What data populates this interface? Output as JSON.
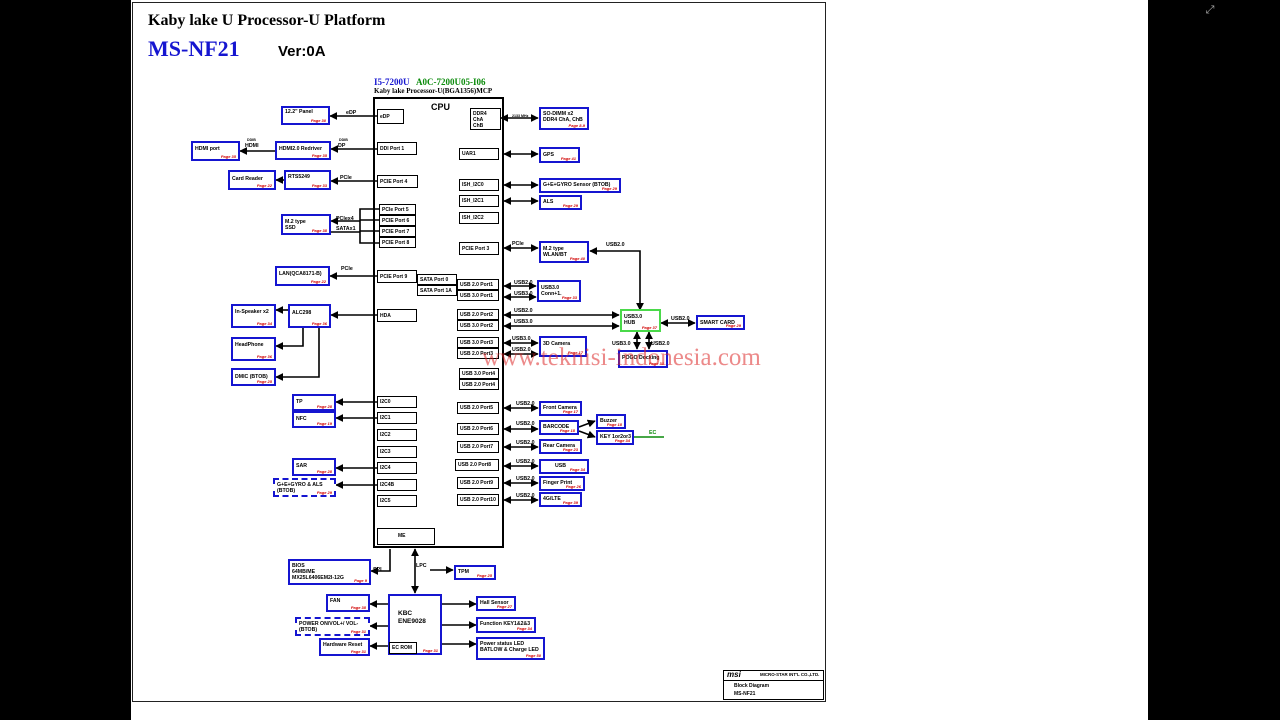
{
  "header": {
    "title": "Kaby lake U Processor-U Platform",
    "model": "MS-NF21",
    "version": "Ver:0A"
  },
  "cpu": {
    "part": "I5-7200U",
    "code": "A0C-7200U05-I06",
    "desc": "Kaby lake Processor-U(BGA1356)MCP",
    "label": "CPU",
    "left_ports": [
      "eDP",
      "DDI Port 1",
      "PCIE Port 4",
      "PCIe Port 5",
      "PCIE Port 6",
      "PCIE Port 7",
      "PCIE Port 8",
      "PCIE Port 9",
      "HDA",
      "I2C0",
      "I2C1",
      "I2C2",
      "I2C3",
      "I2C4",
      "I2C4B",
      "I2C5",
      "ME"
    ],
    "sata": [
      "SATA Port 0",
      "SATA Port 1A"
    ],
    "right_ports": [
      "DDR4\nChA\nChB",
      "UAR1",
      "ISH_I2C0",
      "ISH_I2C1",
      "ISH_I2C2",
      "PCIE Port 3",
      "USB 2.0 Port1",
      "USB 3.0 Port1",
      "USB 2.0 Port2",
      "USB 3.0 Port2",
      "USB 3.0 Port3",
      "USB 2.0 Port3",
      "USB 3.0 Port4",
      "USB 2.0 Port4",
      "USB 2.0 Port5",
      "USB 2.0 Port6",
      "USB 2.0 Port7",
      "USB 2.0 Port8",
      "USB 2.0 Port9",
      "USB 2.0 Port10"
    ]
  },
  "left_devices": [
    {
      "name": "12.2\" Panel",
      "page": "Page 30"
    },
    {
      "name": "HDMI port",
      "page": "Page 35"
    },
    {
      "name": "HDMI2.0 Redriver",
      "page": "Page 35"
    },
    {
      "name": "Card Reader",
      "page": "Page 22"
    },
    {
      "name": "RTS5249",
      "page": "Page 33"
    },
    {
      "name": "M.2 type\nSSD",
      "page": "Page 38"
    },
    {
      "name": "LAN(QCA8171-B)",
      "page": "Page 22"
    },
    {
      "name": "ALC298",
      "page": "Page 36"
    },
    {
      "name": "In-Speaker x2",
      "page": "Page 34"
    },
    {
      "name": "HeadPhone",
      "page": "Page 36"
    },
    {
      "name": "DMIC (BTOB)",
      "page": "Page 25"
    },
    {
      "name": "TP",
      "page": "Page 28"
    },
    {
      "name": "NFC",
      "page": "Page 19"
    },
    {
      "name": "SAR",
      "page": "Page 28"
    },
    {
      "name": "G+E+GYRO & ALS\n(BTOB)",
      "page": "Page 29"
    }
  ],
  "right_devices": [
    {
      "name": "SO-DIMM x2\nDDR4 ChA, ChB",
      "page": "Page 8-9"
    },
    {
      "name": "GPS",
      "page": "Page 41"
    },
    {
      "name": "G+E+GYRO Sensor (BTOB)",
      "page": "Page 29"
    },
    {
      "name": "ALS",
      "page": "Page 29"
    },
    {
      "name": "M.2 type\nWLAN/BT",
      "page": "Page 40"
    },
    {
      "name": "USB3.0\nConn+1.",
      "page": "Page 33"
    },
    {
      "name": "USB3.0\nHUB",
      "page": "Page 37"
    },
    {
      "name": "SMART CARD",
      "page": "Page 29"
    },
    {
      "name": "3D Camera",
      "page": "Page 17"
    },
    {
      "name": "POGO Docking",
      "page": "Page 31"
    },
    {
      "name": "Front Camera",
      "page": "Page 17"
    },
    {
      "name": "BARCODE",
      "page": "Page 18"
    },
    {
      "name": "Buzzer",
      "page": "Page 18"
    },
    {
      "name": "KEY 1or2or3",
      "page": "Page 34"
    },
    {
      "name": "Rear Camera",
      "page": "Page 23"
    },
    {
      "name": "USB",
      "page": "Page 34"
    },
    {
      "name": "Finger Print",
      "page": "Page 26"
    },
    {
      "name": "4G/LTE",
      "page": "Page 39"
    }
  ],
  "bottom_devices": [
    {
      "name": "BIOS\n64MB/ME\nMX25L6406EM2I-12G",
      "page": "Page 9"
    },
    {
      "name": "TPM",
      "page": "Page 25"
    },
    {
      "name": "FAN",
      "page": "Page 38"
    },
    {
      "name": "KBC\nENE9028",
      "page": "Page 31"
    },
    {
      "name": "EC ROM",
      "page": ""
    },
    {
      "name": "POWER ON/VOL+/ VOL-\n(BTOB)",
      "page": "Page 31"
    },
    {
      "name": "Hardware Reset",
      "page": "Page 31"
    },
    {
      "name": "Hall Sensor",
      "page": "Page 27"
    },
    {
      "name": "Function KEY1&2&3",
      "page": "Page 34"
    },
    {
      "name": "Power status LED\nBATLOW & Charge LED",
      "page": "Page 50"
    }
  ],
  "buses": {
    "edp": "eDP",
    "ddib": "DDIB",
    "hdmi": "HDMI",
    "dp": "DP",
    "pcie": "PCIe",
    "pciex4": "PCIex4",
    "sataxl": "SATAx1",
    "spi": "SPI",
    "lpc": "LPC",
    "mhz": "2133 MHz",
    "usb2": "USB2.0",
    "usb3": "USB3.0",
    "ec": "EC"
  },
  "watermark": "www.teknisi-indonesia.com",
  "title_block": {
    "company": "MICRO-STAR INT'L CO.,LTD.",
    "logo": "msi",
    "doc": "Block Diagram",
    "model": "MS-NF21"
  }
}
